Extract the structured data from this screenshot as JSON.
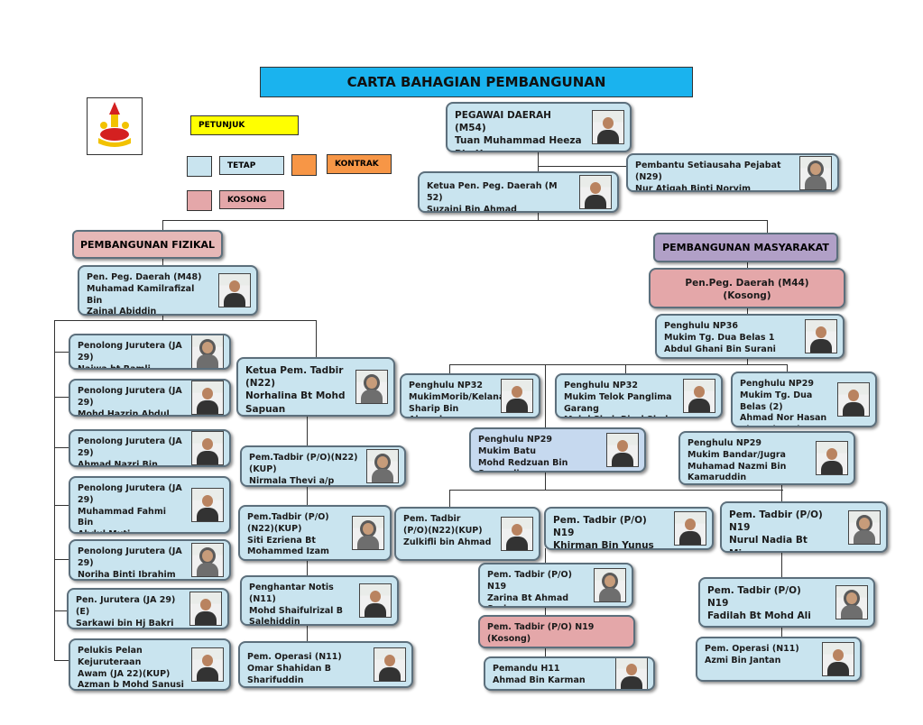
{
  "title": "CARTA BAHAGIAN PEMBANGUNAN",
  "legend": {
    "heading": "PETUNJUK",
    "tetap": "TETAP",
    "kontrak": "KONTRAK",
    "kosong": "KOSONG"
  },
  "colors": {
    "tetap": "#c9e4ef",
    "kontrak": "#f79646",
    "kosong": "#e4a7a9",
    "title": "#1ab3ee",
    "heading": "#ffff00",
    "fizikal": "#e6b8b7",
    "masyarakat": "#b1a0c7"
  },
  "sections": {
    "fizikal": "PEMBANGUNAN FIZIKAL",
    "masyarakat": "PEMBANGUNAN MASYARAKAT"
  },
  "boxes": {
    "pegawai": "PEGAWAI DAERAH (M54)\nTuan Muhammad Heeza\nBin Hassan",
    "pembantu": "Pembantu Setiausaha Pejabat (N29)\nNur Atiqah Binti Noryim",
    "ketua_ppd": "Ketua Pen. Peg. Daerah (M 52)\nSuzaini Bin Ahmad",
    "ppd_m48": "Pen. Peg. Daerah (M48)\nMuhamad Kamilrafizal Bin\nZainal Abiddin",
    "ppd_m44": "Pen.Peg. Daerah (M44)\n(Kosong)",
    "pj1": "Penolong Jurutera (JA 29)\nNajwa bt Ramli",
    "pj2": "Penolong Jurutera (JA 29)\nMohd Hazrin Abdul Kamal",
    "pj3": "Penolong Jurutera (JA 29)\nAhmad Nazri Bin Radzali",
    "pj4": "Penolong Jurutera (JA 29)\nMuhammad Fahmi Bin\nAbdul Muti",
    "pj5": "Penolong Jurutera (JA 29)\nNoriha Binti Ibrahim",
    "pj6": "Pen. Jurutera (JA 29) (E)\nSarkawi bin Hj Bakri",
    "pelukis": "Pelukis Pelan Kejuruteraan\nAwam (JA 22)(KUP)\nAzman b Mohd Sanusi",
    "ketua_tadbir": "Ketua Pem. Tadbir\n(N22)\nNorhalina Bt Mohd\nSapuan",
    "tadbir_n22_1": "Pem.Tadbir (P/O)(N22)(KUP)\nNirmala Thevi a/p Kannan",
    "tadbir_n22_2": "Pem.Tadbir  (P/O)(N22)(KUP)\nSiti Ezriena Bt\nMohammed Izam",
    "notis": "Penghantar Notis (N11)\nMohd Shaifulrizal B\nSalehiddin",
    "operasi_left": "Pem. Operasi (N11)\nOmar Shahidan B Sharifuddin",
    "penghulu_np36": "Penghulu NP36\nMukim Tg. Dua Belas 1\nAbdul Ghani Bin Surani",
    "penghulu_np32a": "Penghulu NP32\nMukimMorib/Kelanang\nSharip Bin Ahmad",
    "penghulu_np32b": "Penghulu NP32\nMukim Telok Panglima Garang\nMohd Shah Rizal Shol Hadli",
    "penghulu_np29a": "Penghulu NP29\nMukim Tg. Dua Belas (2)\nAhmad Nor Hasan\nBin  Mohamd",
    "penghulu_batu": "Penghulu NP29\nMukim Batu\nMohd Redzuan Bin Samsudin",
    "penghulu_bandar": "Penghulu NP29\nMukim Bandar/Jugra\nMuhamad Nazmi Bin\nKamaruddin",
    "tadbir_zulkifli": "Pem. Tadbir\n(P/O)(N22)(KUP)\nZulkifli bin Ahmad",
    "tadbir_khirman": "Pem. Tadbir (P/O)\nN19\nKhirman Bin Yunus",
    "tadbir_nurul": "Pem. Tadbir (P/O)\nN19\nNurul Nadia Bt Miswan",
    "tadbir_zarina": "Pem. Tadbir (P/O)\nN19\nZarina Bt Ahmad Sarip",
    "tadbir_kosong": "Pem. Tadbir (P/O) N19\n(Kosong)",
    "pemandu": "Pemandu H11\nAhmad Bin Karman",
    "tadbir_fadilah": "Pem. Tadbir (P/O)\nN19\nFadilah Bt Mohd Ali",
    "operasi_right": "Pem. Operasi (N11)\nAzmi Bin Jantan"
  }
}
